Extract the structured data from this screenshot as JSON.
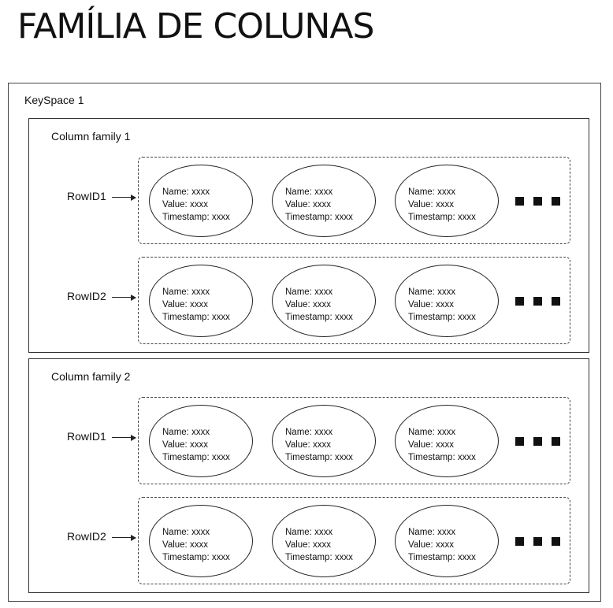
{
  "title": "FAMÍLIA DE COLUNAS",
  "keyspace": {
    "label": "KeySpace 1",
    "column_families": [
      {
        "label": "Column family 1",
        "rows": [
          {
            "label": "RowID1",
            "cells": [
              {
                "name": "Name: xxxx",
                "value": "Value: xxxx",
                "timestamp": "Timestamp: xxxx"
              },
              {
                "name": "Name: xxxx",
                "value": "Value: xxxx",
                "timestamp": "Timestamp: xxxx"
              },
              {
                "name": "Name: xxxx",
                "value": "Value: xxxx",
                "timestamp": "Timestamp: xxxx"
              }
            ]
          },
          {
            "label": "RowID2",
            "cells": [
              {
                "name": "Name: xxxx",
                "value": "Value: xxxx",
                "timestamp": "Timestamp: xxxx"
              },
              {
                "name": "Name: xxxx",
                "value": "Value: xxxx",
                "timestamp": "Timestamp: xxxx"
              },
              {
                "name": "Name: xxxx",
                "value": "Value: xxxx",
                "timestamp": "Timestamp: xxxx"
              }
            ]
          }
        ]
      },
      {
        "label": "Column family 2",
        "rows": [
          {
            "label": "RowID1",
            "cells": [
              {
                "name": "Name: xxxx",
                "value": "Value: xxxx",
                "timestamp": "Timestamp: xxxx"
              },
              {
                "name": "Name: xxxx",
                "value": "Value: xxxx",
                "timestamp": "Timestamp: xxxx"
              },
              {
                "name": "Name: xxxx",
                "value": "Value: xxxx",
                "timestamp": "Timestamp: xxxx"
              }
            ]
          },
          {
            "label": "RowID2",
            "cells": [
              {
                "name": "Name: xxxx",
                "value": "Value: xxxx",
                "timestamp": "Timestamp: xxxx"
              },
              {
                "name": "Name: xxxx",
                "value": "Value: xxxx",
                "timestamp": "Timestamp: xxxx"
              },
              {
                "name": "Name: xxxx",
                "value": "Value: xxxx",
                "timestamp": "Timestamp: xxxx"
              }
            ]
          }
        ]
      }
    ]
  }
}
